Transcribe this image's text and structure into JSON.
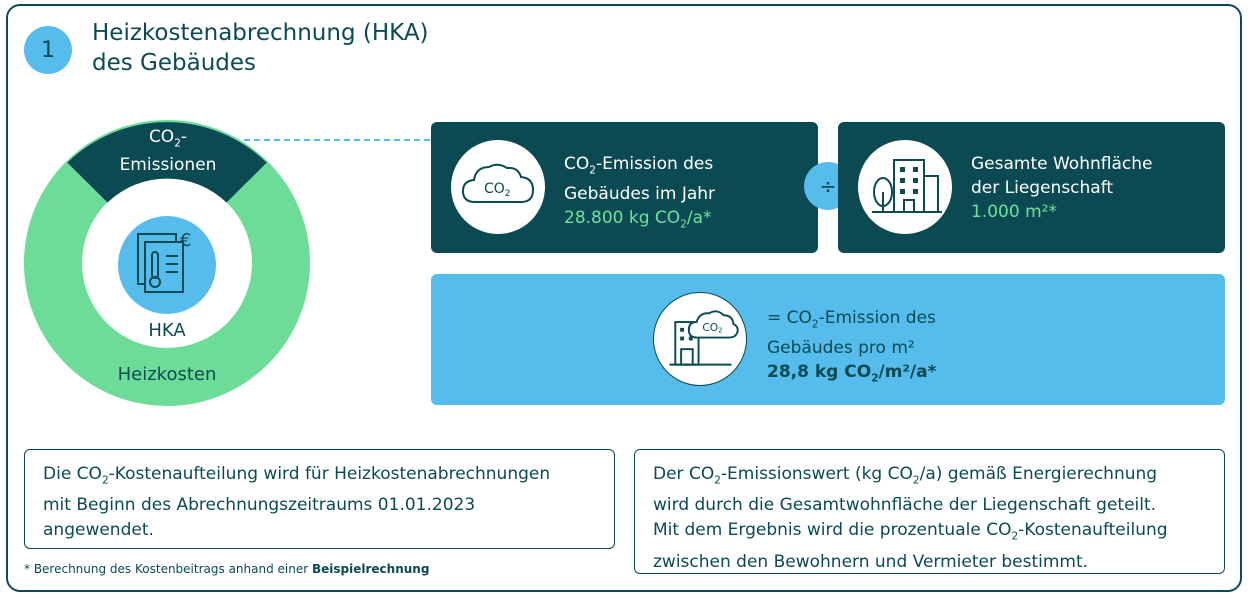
{
  "header": {
    "step_number": "1",
    "title_line1": "Heizkostenabrechnung (HKA)",
    "title_line2": "des Gebäudes"
  },
  "donut": {
    "top_segment_pre": "CO",
    "top_segment_sub": "2",
    "top_segment_post": "-",
    "top_segment_line2": "Emissionen",
    "center_label": "HKA",
    "outer_label": "Heizkosten",
    "doc_symbol": "€",
    "colors": {
      "top": "#0b4a52",
      "ring": "#6ddc99",
      "center_icon_bg": "#55bcec"
    }
  },
  "co2_box": {
    "icon_text": "CO",
    "icon_sub": "2",
    "line1_pre": "CO",
    "line1_sub": "2",
    "line1_post": "-Emission des",
    "line2": "Gebäudes im Jahr",
    "value_pre": "28.800 kg CO",
    "value_sub": "2",
    "value_post": "/a*"
  },
  "operator": "÷",
  "area_box": {
    "line1": "Gesamte Wohnfläche",
    "line2": "der Liegenschaft",
    "value": "1.000 m²*"
  },
  "result_box": {
    "icon_text": "CO",
    "icon_sub": "2",
    "line1_pre": "= CO",
    "line1_sub": "2",
    "line1_post": "-Emission des",
    "line2": "Gebäudes pro m²",
    "value_pre": "28,8 kg CO",
    "value_sub": "2",
    "value_post": "/m²/a*"
  },
  "note_left": {
    "l1_pre": "Die CO",
    "l1_sub": "2",
    "l1_post": "-Kostenaufteilung wird für Heizkostenabrechnungen",
    "l2": "mit Beginn des Abrechnungszeitraums 01.01.2023",
    "l3": "angewendet."
  },
  "note_right": {
    "l1_pre": "Der CO",
    "l1_sub": "2",
    "l1_mid": "-Emissionswert (kg CO",
    "l1_sub2": "2",
    "l1_post": "/a) gemäß Energierechnung",
    "l2": "wird durch die Gesamtwohnfläche der Liegenschaft geteilt.",
    "l3_pre": "Mit dem Ergebnis wird die prozentuale CO",
    "l3_sub": "2",
    "l3_post": "-Kostenaufteilung",
    "l4": "zwischen den Bewohnern und Vermieter bestimmt."
  },
  "footnote": {
    "text": "* Berechnung des Kostenbeitrags anhand einer ",
    "bold": "Beispielrechnung"
  },
  "colors": {
    "dark_teal": "#0b4a52",
    "light_blue": "#55bcec",
    "green": "#6ee29c"
  }
}
